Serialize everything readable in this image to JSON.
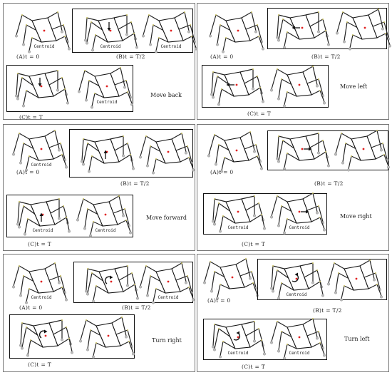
{
  "captions": {
    "t0": "(A)t = 0",
    "thalf": "(B)t = T/2",
    "tfull": "(C)t = T"
  },
  "centroid_label": "Centroid",
  "colors": {
    "centroid": "#e02020",
    "arrow": "#111111",
    "frame": "#111111",
    "panel_border": "#777777"
  },
  "panels": [
    {
      "motion": "Move back",
      "arrow": "down",
      "centroid_shown": [
        true,
        true,
        true,
        false,
        true
      ]
    },
    {
      "motion": "Move left",
      "arrow": "left",
      "centroid_shown": [
        false,
        false,
        false,
        false,
        false
      ]
    },
    {
      "motion": "Move forward",
      "arrow": "up",
      "centroid_shown": [
        true,
        false,
        false,
        true,
        true
      ]
    },
    {
      "motion": "Move right",
      "arrow": "right",
      "centroid_shown": [
        false,
        false,
        false,
        true,
        true
      ]
    },
    {
      "motion": "Turn right",
      "arrow": "cw",
      "centroid_shown": [
        true,
        false,
        true,
        false,
        false
      ]
    },
    {
      "motion": "Turn left",
      "arrow": "ccw",
      "centroid_shown": [
        false,
        true,
        false,
        true,
        true
      ]
    }
  ]
}
